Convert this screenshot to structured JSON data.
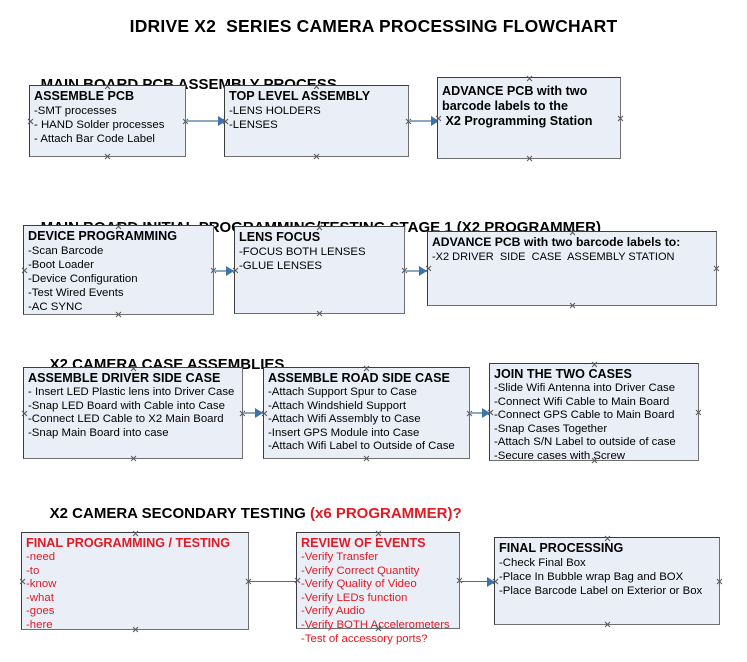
{
  "document": {
    "title": "IDRIVE X2  SERIES CAMERA PROCESSING FLOWCHART"
  },
  "colors": {
    "node_fill": "#e9eef7",
    "node_border": "#3c3c3c",
    "accent_red": "#e01b24",
    "connector": "#8ba7c4",
    "arrowhead": "#3f72a8",
    "text": "#000000"
  },
  "sections": [
    {
      "id": "main-board-pcb-assembly",
      "heading": "MAIN BOARD PCB ASSEMBLY PROCESS",
      "heading_accent": "",
      "nodes": [
        {
          "id": "assemble-pcb",
          "title": "ASSEMBLE PCB",
          "lines": [
            "-SMT processes",
            "- HAND Solder processes",
            "- Attach Bar Code Label"
          ]
        },
        {
          "id": "top-level-assembly",
          "title": "TOP LEVEL ASSEMBLY",
          "lines": [
            "-LENS HOLDERS",
            "-LENSES"
          ]
        },
        {
          "id": "advance-pcb-to-x2-programming-station",
          "title": "ADVANCE PCB with two",
          "lines": [
            "barcode labels to the",
            " X2 Programming Station"
          ]
        }
      ]
    },
    {
      "id": "main-board-initial-programming",
      "heading": "MAIN BOARD INITIAL PROGRAMMING/TESTING STAGE 1 (X2 PROGRAMMER)",
      "heading_accent": "",
      "nodes": [
        {
          "id": "device-programming",
          "title": "DEVICE PROGRAMMING",
          "lines": [
            "-Scan Barcode",
            "-Boot Loader",
            "-Device Configuration",
            "-Test Wired Events",
            "-AC SYNC"
          ]
        },
        {
          "id": "lens-focus",
          "title": "LENS FOCUS",
          "lines": [
            "-FOCUS BOTH LENSES",
            "-GLUE LENSES"
          ]
        },
        {
          "id": "advance-pcb-to-driver-side-case-station",
          "title": "ADVANCE PCB with two barcode labels to:",
          "lines": [
            "-X2 DRIVER  SIDE  CASE  ASSEMBLY STATION"
          ]
        }
      ]
    },
    {
      "id": "x2-camera-case-assemblies",
      "heading": "X2 CAMERA CASE ASSEMBLIES",
      "heading_accent": "",
      "nodes": [
        {
          "id": "assemble-driver-side-case",
          "title": "ASSEMBLE DRIVER SIDE CASE",
          "lines": [
            "- Insert LED Plastic lens into Driver Case",
            "-Snap LED Board with Cable into Case",
            "-Connect LED Cable to X2 Main Board",
            "-Snap Main Board into case"
          ]
        },
        {
          "id": "assemble-road-side-case",
          "title": "ASSEMBLE ROAD SIDE CASE",
          "lines": [
            "-Attach Support Spur to Case",
            "-Attach Windshield Support",
            "-Attach Wifi Assembly to Case",
            "-Insert GPS Module into Case",
            "-Attach Wifi Label to Outside of Case"
          ]
        },
        {
          "id": "join-the-two-cases",
          "title": "JOIN THE TWO CASES",
          "lines": [
            "-Slide Wifi Antenna into Driver Case",
            "-Connect Wifi Cable to Main Board",
            "-Connect GPS Cable to Main Board",
            "-Snap Cases Together",
            "-Attach S/N Label to outside of case",
            "-Secure cases with Screw"
          ]
        }
      ]
    },
    {
      "id": "x2-camera-secondary-testing",
      "heading": "X2 CAMERA SECONDARY TESTING ",
      "heading_accent": "(x6 PROGRAMMER)?",
      "nodes": [
        {
          "id": "final-programming-testing",
          "title": "FINAL PROGRAMMING / TESTING",
          "lines": [
            "-need",
            "-to",
            "-know",
            "-what",
            "-goes",
            "-here"
          ]
        },
        {
          "id": "review-of-events",
          "title": "REVIEW OF EVENTS",
          "lines": [
            "-Verify Transfer",
            "-Verify Correct Quantity",
            "-Verify Quality of Video",
            "-Verify LEDs function",
            "-Verify Audio",
            "-Verify BOTH Accelerometers",
            "-Test of accessory ports?"
          ]
        },
        {
          "id": "final-processing",
          "title": "FINAL PROCESSING",
          "lines": [
            "-Check Final Box",
            "-Place In Bubble wrap Bag and BOX",
            "-Place Barcode Label on Exterior or Box"
          ]
        }
      ]
    }
  ]
}
